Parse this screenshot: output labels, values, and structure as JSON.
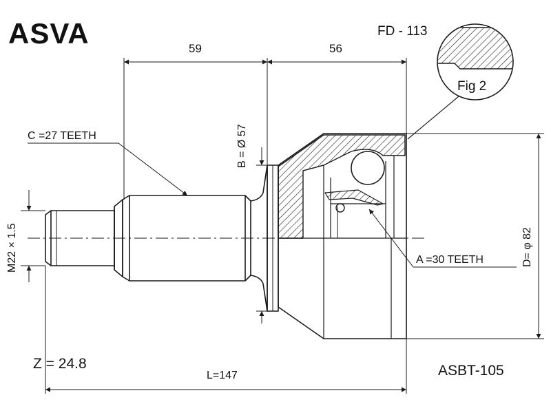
{
  "brand": "ASVA",
  "part_number": "FD - 113",
  "reference_number": "ASBT-105",
  "dimensions": {
    "top_left": "59",
    "top_right": "56",
    "overall_length": "L=147",
    "thread": "M22 × 1.5",
    "shaft_diameter": "B = Ø 57",
    "housing_diameter": "D= φ 82"
  },
  "labels": {
    "c_teeth": "C =27 TEETH",
    "a_teeth": "A =30 TEETH",
    "z_value": "Z = 24.8",
    "figure": "Fig 2"
  },
  "colors": {
    "line": "#1a1a1a",
    "background": "#ffffff"
  }
}
